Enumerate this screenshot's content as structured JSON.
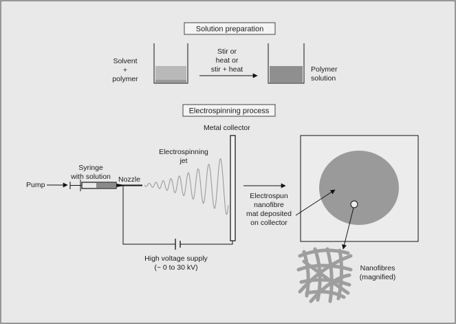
{
  "sections": {
    "preparation": "Solution preparation",
    "electrospinning": "Electrospinning process"
  },
  "preparation": {
    "left_beaker_line1": "Solvent",
    "left_beaker_line2": "+",
    "left_beaker_line3": "polymer",
    "process_line1": "Stir or",
    "process_line2": "heat or",
    "process_line3": "stir + heat",
    "right_beaker_line1": "Polymer",
    "right_beaker_line2": "solution"
  },
  "apparatus": {
    "pump": "Pump",
    "syringe_line1": "Syringe",
    "syringe_line2": "with solution",
    "nozzle": "Nozzle",
    "jet_line1": "Electrospinning",
    "jet_line2": "jet",
    "collector": "Metal collector",
    "voltage_line1": "High voltage supply",
    "voltage_line2": "(~ 0 to 30 kV)"
  },
  "result": {
    "mat_line1": "Electrospun",
    "mat_line2": "nanofibre",
    "mat_line3": "mat deposited",
    "mat_line4": "on collector",
    "fibres_line1": "Nanofibres",
    "fibres_line2": "(magnified)"
  },
  "colors": {
    "background": "#e9e9e9",
    "liquid_light": "#b9b9b9",
    "liquid_dark": "#8f8f8f",
    "mat": "#9a9a9a",
    "fibres": "#9e9e9e",
    "jet": "#9a9a9a"
  }
}
